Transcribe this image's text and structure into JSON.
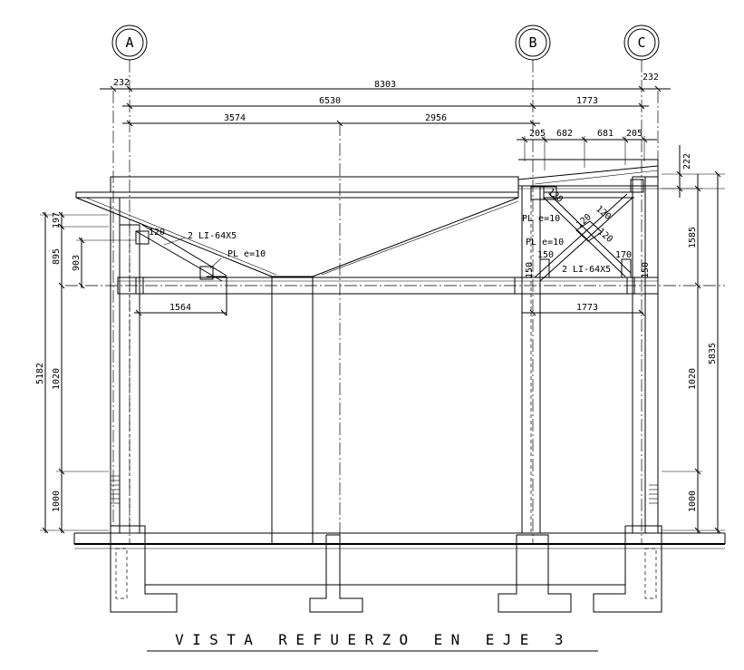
{
  "title": "VISTA REFUERZO EN EJE 3",
  "grid_axes": [
    "A",
    "B",
    "C"
  ],
  "dims_top": {
    "d232_left": "232",
    "d8303": "8303",
    "d232_right": "232",
    "d6530": "6530",
    "d1773_top": "1773",
    "d3574": "3574",
    "d2956": "2956",
    "d205_a": "205",
    "d682": "682",
    "d681": "681",
    "d205_b": "205"
  },
  "dims_left": {
    "d197": "197",
    "d895": "895",
    "d903": "903",
    "d5182": "5182",
    "d1020": "1020",
    "d1000": "1000"
  },
  "dims_right": {
    "d222": "222",
    "d1585": "1585",
    "d5835": "5835",
    "d1020": "1020",
    "d1000": "1000"
  },
  "dims_inner": {
    "d1564": "1564",
    "d1773_bottom": "1773",
    "d150_a": "150",
    "d150_b": "150",
    "d170": "170",
    "d150_c": "150",
    "d120_left": "120",
    "d120_a": "120",
    "d120_b": "120",
    "d120_c": "120",
    "d120_d": "120"
  },
  "labels": {
    "left_angle": "2  LI-64X5",
    "left_plate": "PL  e=10",
    "right_plate_top": "PL  e=10",
    "right_plate_mid": "PL  e=10",
    "right_angle": "2  LI-64X5"
  }
}
